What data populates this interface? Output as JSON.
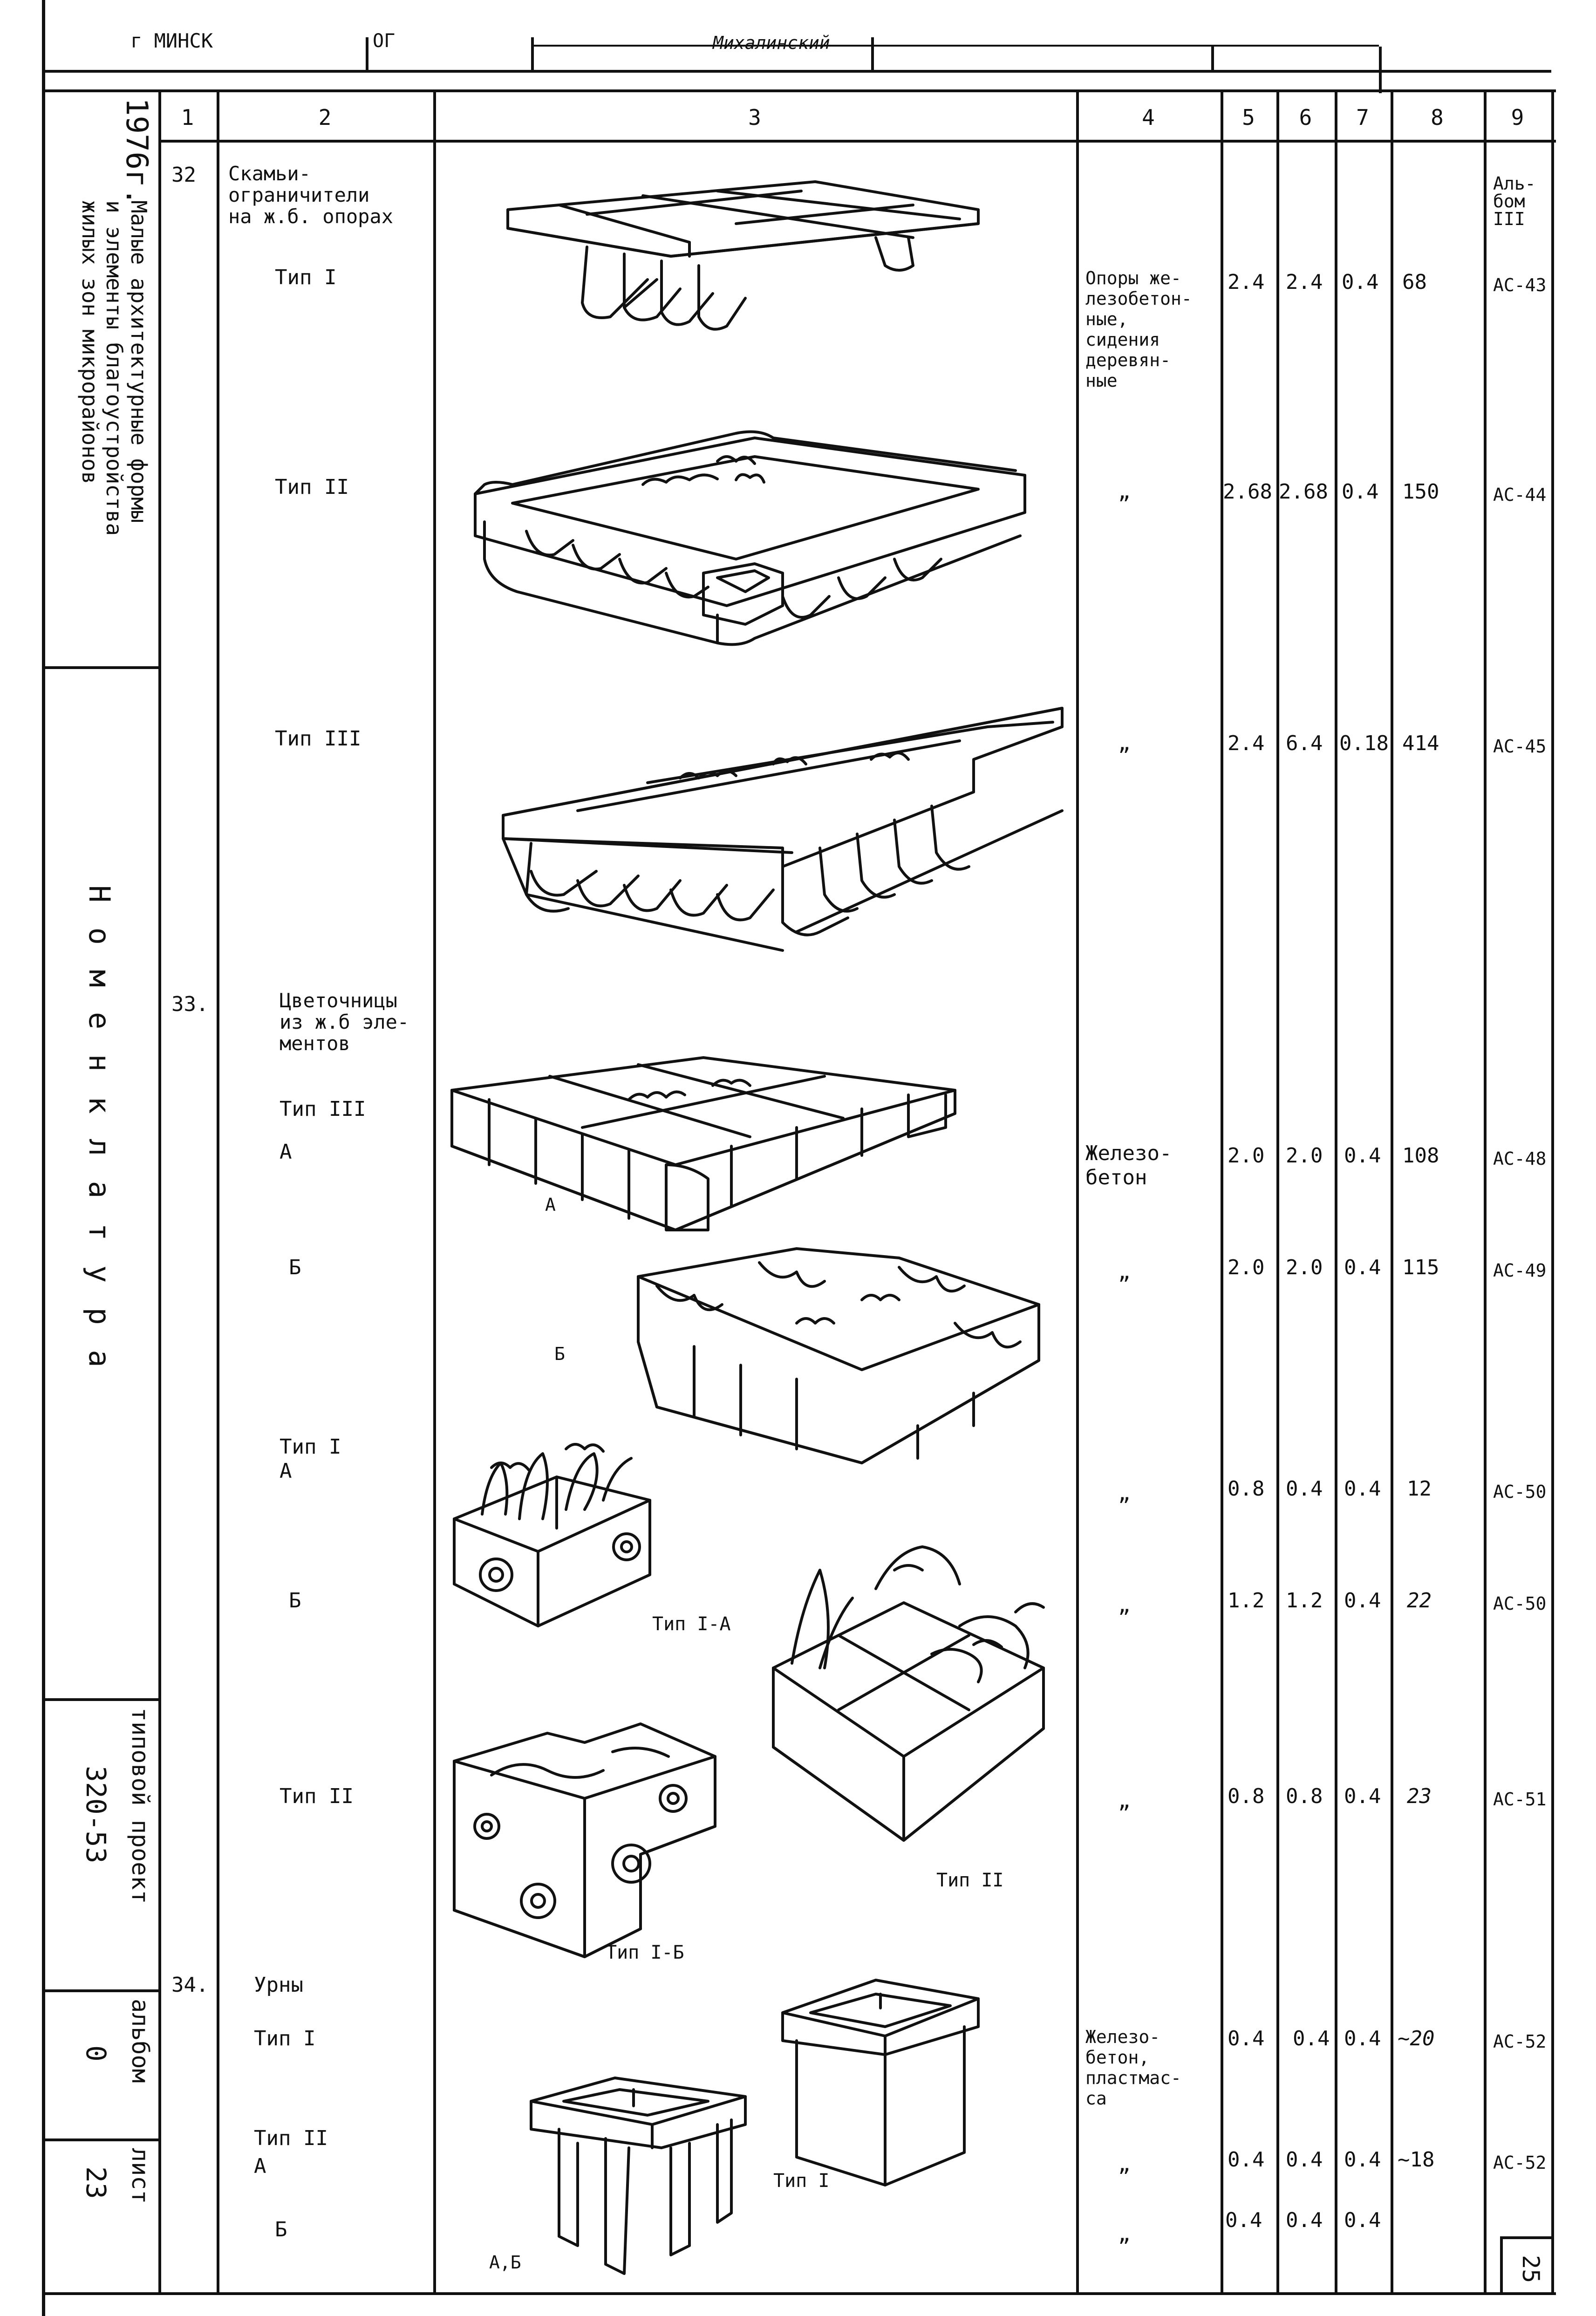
{
  "top_strip": {
    "city": "г МИНСК",
    "field": "ОГ",
    "signature": "Михалинский"
  },
  "column_headers": [
    "1",
    "2",
    "3",
    "4",
    "5",
    "6",
    "7",
    "8",
    "9"
  ],
  "margin_labels": {
    "year": "1976г.",
    "subject_line1": "Малые архитектурные формы",
    "subject_line2": "и элементы благоустройства",
    "subject_line3": "жилых зон микрорайонов",
    "section": "Н о м е н к л а т у р а",
    "project_label": "типовой проект",
    "project_number": "320-53",
    "album_label": "альбом",
    "album_number": "0",
    "sheet_label": "лист",
    "sheet_number": "23"
  },
  "rows": [
    {
      "num": "32",
      "name": "Скамьи-\nограничители\nна ж.б. опорах",
      "type": "Тип I",
      "material": "Опоры же-\nлезобетон-\nные,\nсидения\nдеревян-\nные",
      "c5": "2.4",
      "c6": "2.4",
      "c7": "0.4",
      "c8": "68",
      "c9": "АС-43",
      "c9_extra": "Аль-\nбом\nIII"
    },
    {
      "num": "",
      "name": "",
      "type": "Тип II",
      "material": "„",
      "c5": "2.68",
      "c6": "2.68",
      "c7": "0.4",
      "c8": "150",
      "c9": "АС-44"
    },
    {
      "num": "",
      "name": "",
      "type": "Тип III",
      "material": "„",
      "c5": "2.4",
      "c6": "6.4",
      "c7": "0.18",
      "c8": "414",
      "c9": "АС-45"
    },
    {
      "num": "33.",
      "name": "Цветочницы\nиз ж.б эле-\nментов",
      "type": "Тип III\nА",
      "material": "Железо-\nбетон",
      "c5": "2.0",
      "c6": "2.0",
      "c7": "0.4",
      "c8": "108",
      "c9": "АС-48"
    },
    {
      "num": "",
      "name": "",
      "type": "Б",
      "material": "„",
      "c5": "2.0",
      "c6": "2.0",
      "c7": "0.4",
      "c8": "115",
      "c9": "АС-49"
    },
    {
      "num": "",
      "name": "",
      "type": "Тип I\nА",
      "material": "„",
      "c5": "0.8",
      "c6": "0.4",
      "c7": "0.4",
      "c8": "12",
      "c9": "АС-50"
    },
    {
      "num": "",
      "name": "",
      "type": "Б",
      "material": "„",
      "c5": "1.2",
      "c6": "1.2",
      "c7": "0.4",
      "c8": "22",
      "c9": "АС-50"
    },
    {
      "num": "",
      "name": "",
      "type": "Тип II",
      "material": "„",
      "c5": "0.8",
      "c6": "0.8",
      "c7": "0.4",
      "c8": "23",
      "c9": "АС-51"
    },
    {
      "num": "34.",
      "name": "Урны",
      "type": "Тип I",
      "material": "Железо-\nбетон,\nпластмас-\nса",
      "c5": "0.4",
      "c6": "0.4",
      "c7": "0.4",
      "c8": "~20",
      "c9": "АС-52"
    },
    {
      "num": "",
      "name": "",
      "type": "Тип II\nА",
      "material": "„",
      "c5": "0.4",
      "c6": "0.4",
      "c7": "0.4",
      "c8": "~18",
      "c9": "АС-52"
    },
    {
      "num": "",
      "name": "",
      "type": "Б",
      "material": "„",
      "c5": "0.4",
      "c6": "0.4",
      "c7": "0.4",
      "c8": "",
      "c9": ""
    }
  ],
  "drawing_labels": {
    "flowerbed_a": "А",
    "flowerbed_b": "Б",
    "planter_1a": "Тип I-А",
    "planter_1b": "Тип I-Б",
    "planter_2": "Тип II",
    "urn_1": "Тип I",
    "urn_ab": "А,Б"
  },
  "page_number": "25"
}
